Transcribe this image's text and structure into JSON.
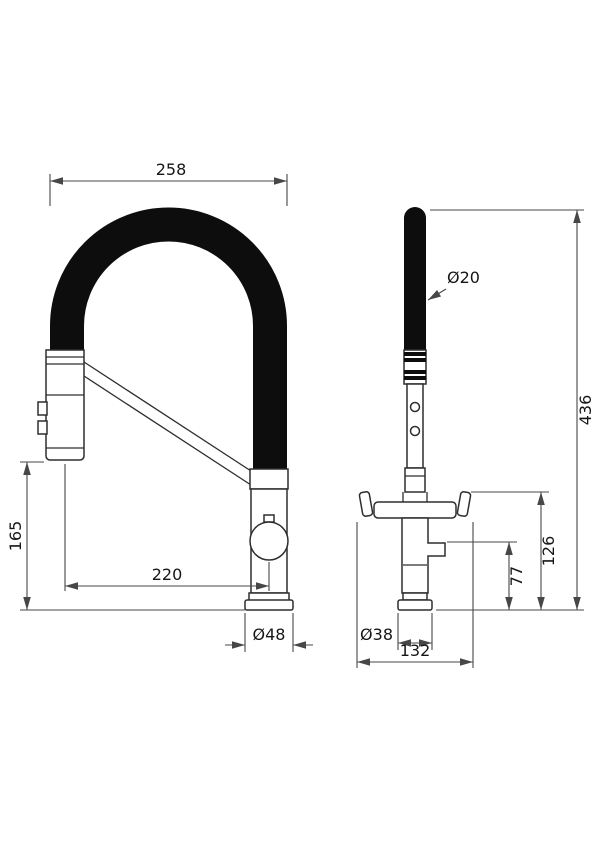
{
  "front_view": {
    "hose_width": "258",
    "spray_height": "165",
    "reach": "220",
    "base_diameter": "Ø48"
  },
  "side_view": {
    "hose_diameter": "Ø20",
    "total_height": "436",
    "handle_height": "126",
    "outlet_height": "77",
    "base_diameter": "Ø38",
    "body_width": "132"
  },
  "colors": {
    "background": "#ffffff",
    "line": "#2e2e2e",
    "dimension_line": "#474747",
    "hose": "#0d0d0d",
    "text": "#161616"
  }
}
